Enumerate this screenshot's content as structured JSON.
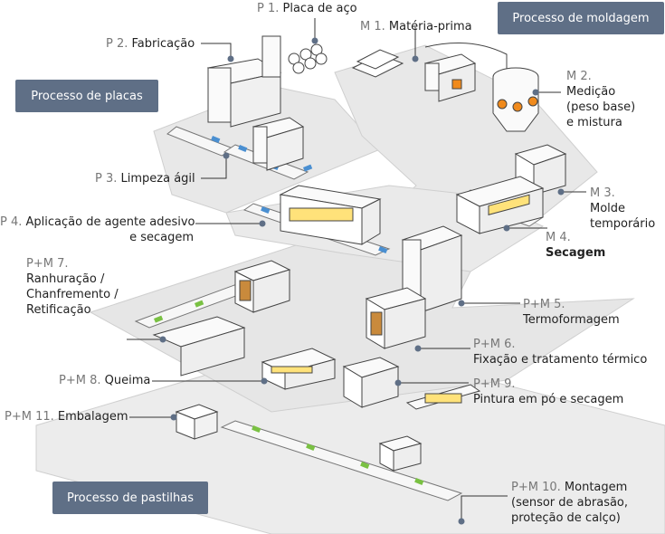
{
  "badges": {
    "molding": "Processo de moldagem",
    "plate": "Processo de placas",
    "pad": "Processo de pastilhas"
  },
  "steps": {
    "p1": {
      "code": "P 1.",
      "text": "Placa de aço"
    },
    "p2": {
      "code": "P 2.",
      "text": "Fabricação"
    },
    "p3": {
      "code": "P 3.",
      "text": "Limpeza ágil"
    },
    "p4": {
      "code": "P 4.",
      "text": "Aplicação de agente adesivo",
      "text2": "e secagem"
    },
    "m1": {
      "code": "M 1.",
      "text": "Matéria-prima"
    },
    "m2": {
      "code": "M 2.",
      "lines": [
        "Medição",
        "(peso base)",
        "e mistura"
      ]
    },
    "m3": {
      "code": "M 3.",
      "lines": [
        "Molde",
        "temporário"
      ]
    },
    "m4": {
      "code": "M 4.",
      "text": "Secagem"
    },
    "pm5": {
      "code": "P+M 5.",
      "text": "Termoformagem"
    },
    "pm6": {
      "code": "P+M 6.",
      "text": "Fixação e tratamento térmico"
    },
    "pm7": {
      "code": "P+M 7.",
      "lines": [
        "Ranhuração /",
        "Chanfremento /",
        "Retificação"
      ]
    },
    "pm8": {
      "code": "P+M 8.",
      "text": "Queima"
    },
    "pm9": {
      "code": "P+M 9.",
      "text": "Pintura em pó e secagem"
    },
    "pm10": {
      "code": "P+M 10.",
      "text": "Montagem",
      "lines": [
        "(sensor de abrasão,",
        "proteção de calço)"
      ]
    },
    "pm11": {
      "code": "P+M 11.",
      "text": "Embalagem"
    }
  },
  "colors": {
    "badge": "#5f6f86",
    "platform": "#e9e9e9",
    "platform_edge": "#c8c8c8",
    "conveyor_blue": "#4a8fd1",
    "conveyor_green": "#7ac143",
    "orange": "#f08a1c",
    "yellow": "#ffe27a",
    "brown": "#c98a3c",
    "leader": "#333333"
  }
}
